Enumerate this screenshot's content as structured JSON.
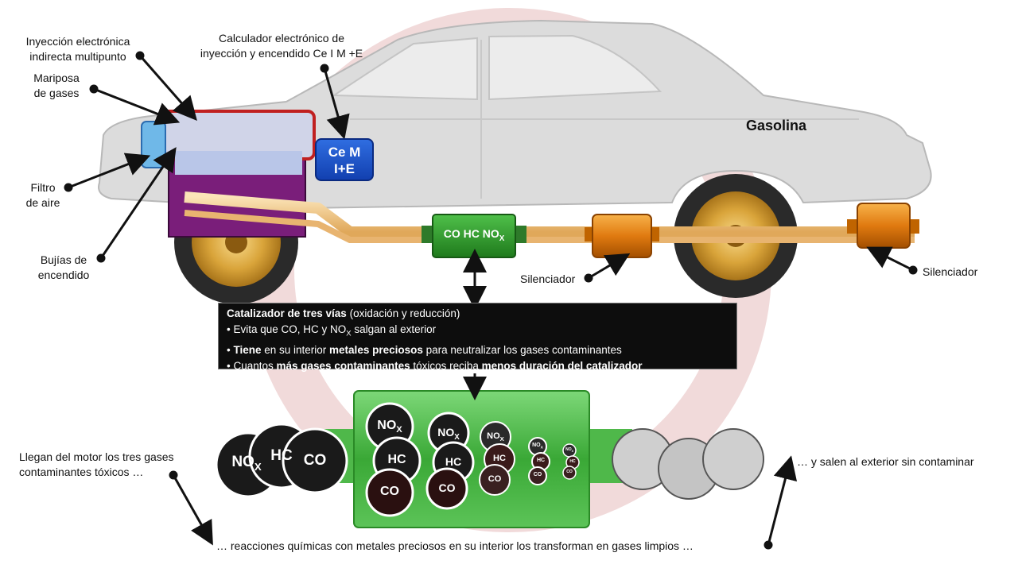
{
  "labels": {
    "inyeccion": [
      "Inyección electrónica",
      "indirecta multipunto"
    ],
    "calculador": [
      "Calculador electrónico de",
      "inyección y encendido Ce I M +E"
    ],
    "mariposa": [
      "Mariposa",
      "de gases"
    ],
    "filtro": [
      "Filtro",
      "de aire"
    ],
    "bujias": [
      "Bujías de",
      "encendido"
    ],
    "silenciador_1": "Silenciador",
    "silenciador_2": "Silenciador",
    "gasolina": "Gasolina"
  },
  "ecu": {
    "line1": "Ce M",
    "line2": "I+E"
  },
  "catalyst_label": {
    "main": "CO HC NO",
    "sub": "X"
  },
  "info_box": {
    "title_bold": "Catalizador de tres vías",
    "title_rest": " (oxidación y reducción)",
    "line1_pre": "•  Evita que CO, HC y NO",
    "line1_sub": "X",
    "line1_post": " salgan al exterior",
    "line2_b1": "Tiene",
    "line2_t1": " en su interior ",
    "line2_b2": "metales preciosos",
    "line2_t2": " para neutralizar  los gases contaminantes",
    "line3_t1": "•  Cuantos ",
    "line3_b1": "más gases contaminantes",
    "line3_t2": " tóxicos reciba ",
    "line3_b2": "menos duración del catalizador"
  },
  "bottom": {
    "llegan": [
      "Llegan del  motor los tres gases",
      "contaminantes tóxicos  …"
    ],
    "salen": "… y salen al exterior sin contaminar",
    "reacciones": "… reacciones químicas con metales preciosos en su interior los transforman  en gases limpios …"
  },
  "gases": {
    "nox": "NO",
    "nox_sub": "X",
    "hc": "HC",
    "co": "CO"
  },
  "colors": {
    "catalyst_green": "#2e9e2a",
    "ecu_blue": "#1a4fc4",
    "muffler_orange": "#e07a10",
    "exhaust_pipe": "#f2c98a",
    "engine_purple": "#7a1e7a"
  }
}
